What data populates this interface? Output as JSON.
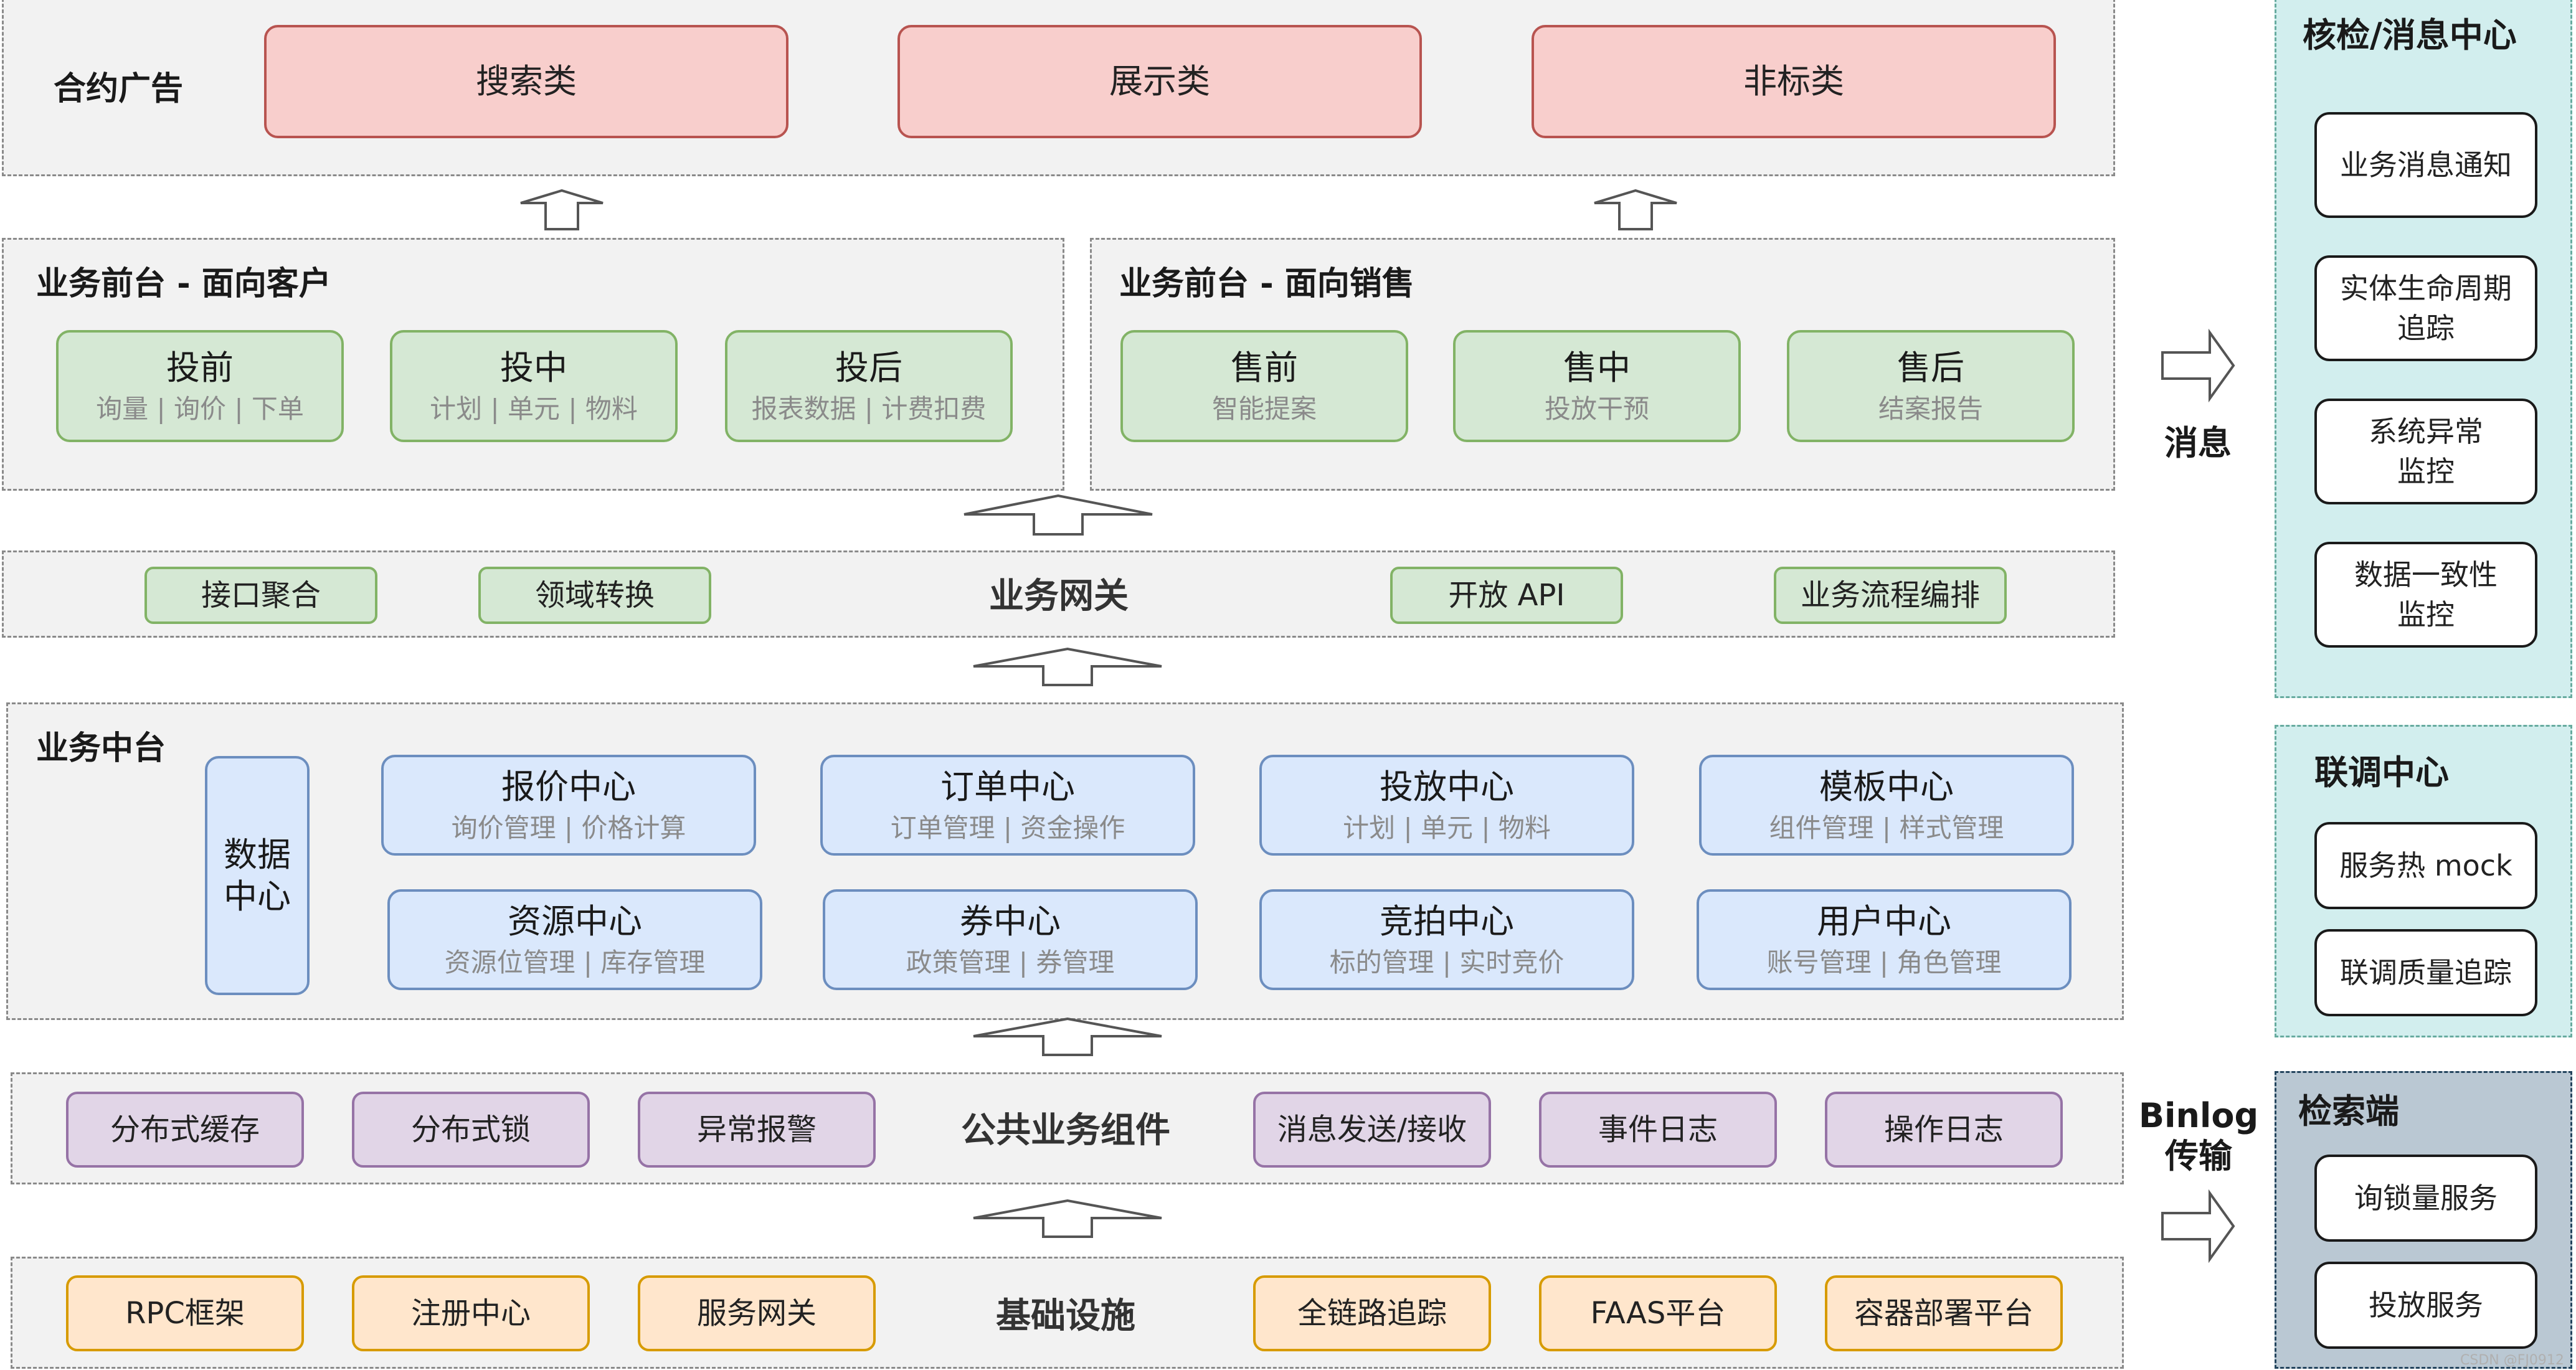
{
  "contract_ads": {
    "title": "合约广告",
    "items": [
      "搜索类",
      "展示类",
      "非标类"
    ]
  },
  "front_customer": {
    "title": "业务前台 - 面向客户",
    "items": [
      {
        "name": "投前",
        "desc": "询量 | 询价 | 下单"
      },
      {
        "name": "投中",
        "desc": "计划 | 单元 | 物料"
      },
      {
        "name": "投后",
        "desc": "报表数据 | 计费扣费"
      }
    ]
  },
  "front_sales": {
    "title": "业务前台 - 面向销售",
    "items": [
      {
        "name": "售前",
        "desc": "智能提案"
      },
      {
        "name": "售中",
        "desc": "投放干预"
      },
      {
        "name": "售后",
        "desc": "结案报告"
      }
    ]
  },
  "gateway": {
    "title": "业务网关",
    "left_items": [
      "接口聚合",
      "领域转换"
    ],
    "right_items": [
      "开放 API",
      "业务流程编排"
    ]
  },
  "middle": {
    "title": "业务中台",
    "data_center": "数据\n中心",
    "row1": [
      {
        "name": "报价中心",
        "desc": "询价管理 | 价格计算"
      },
      {
        "name": "订单中心",
        "desc": "订单管理 | 资金操作"
      },
      {
        "name": "投放中心",
        "desc": "计划 | 单元 | 物料"
      },
      {
        "name": "模板中心",
        "desc": "组件管理 | 样式管理"
      }
    ],
    "row2": [
      {
        "name": "资源中心",
        "desc": "资源位管理 | 库存管理"
      },
      {
        "name": "券中心",
        "desc": "政策管理 | 券管理"
      },
      {
        "name": "竞拍中心",
        "desc": "标的管理 | 实时竞价"
      },
      {
        "name": "用户中心",
        "desc": "账号管理 | 角色管理"
      }
    ]
  },
  "common": {
    "title": "公共业务组件",
    "left_items": [
      "分布式缓存",
      "分布式锁",
      "异常报警"
    ],
    "right_items": [
      "消息发送/接收",
      "事件日志",
      "操作日志"
    ]
  },
  "infra": {
    "title": "基础设施",
    "left_items": [
      "RPC框架",
      "注册中心",
      "服务网关"
    ],
    "right_items": [
      "全链路追踪",
      "FAAS平台",
      "容器部署平台"
    ]
  },
  "labels": {
    "message": "消息",
    "binlog": "Binlog\n传输"
  },
  "check_center": {
    "title": "核检/消息中心",
    "items": [
      "业务消息通知",
      "实体生命周期\n追踪",
      "系统异常\n监控",
      "数据一致性\n监控"
    ]
  },
  "joint_center": {
    "title": "联调中心",
    "items": [
      "服务热 mock",
      "联调质量追踪"
    ]
  },
  "search_end": {
    "title": "检索端",
    "items": [
      "询锁量服务",
      "投放服务"
    ]
  },
  "watermark": "CSDN @FJ0912",
  "colors": {
    "red_fill": "#f8cecc",
    "green_fill": "#d5e8d4",
    "blue_fill": "#dae8fc",
    "purple_fill": "#e1d5e7",
    "orange_fill": "#ffe6cc",
    "teal_fill": "#d2eeee",
    "slate_fill": "#bac8d3"
  }
}
